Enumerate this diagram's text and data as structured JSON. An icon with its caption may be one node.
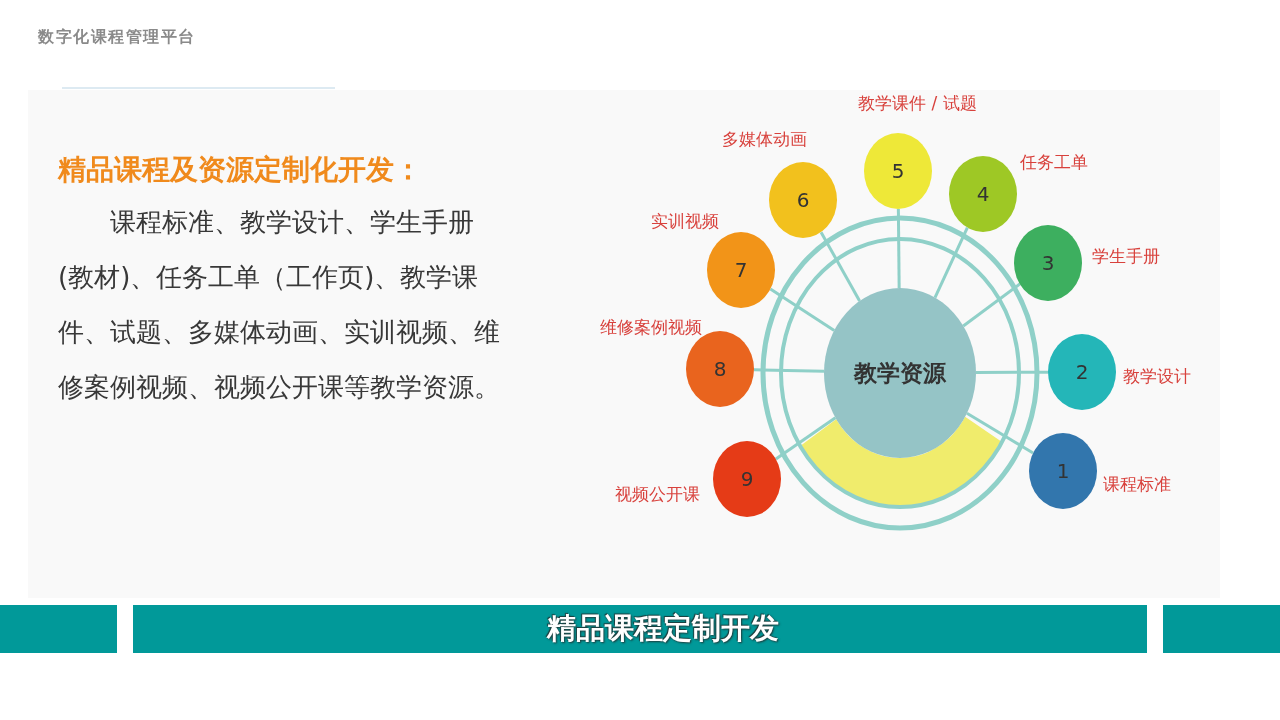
{
  "diagram": {
    "title": "精品课程及资源定制化开发：",
    "nodes": [
      {
        "text": [
          "教学资源"
        ]
      },
      {
        "text": [
          "1"
        ],
        "beside": [
          "课程标准"
        ]
      },
      {
        "text": [
          "2"
        ],
        "beside": [
          "教学设计"
        ]
      },
      {
        "text": [
          "3"
        ],
        "beside": [
          "学生手册"
        ]
      },
      {
        "text": [
          "4"
        ],
        "beside": [
          "任务工单"
        ]
      },
      {
        "text": [
          "5"
        ],
        "beside": [
          "教学课件 / 试题"
        ]
      },
      {
        "text": [
          "6"
        ],
        "beside": [
          "多媒体动画"
        ]
      },
      {
        "text": [
          "7"
        ],
        "beside": [
          "实训视频"
        ]
      },
      {
        "text": [
          "8"
        ],
        "beside": [
          "维修案例视频"
        ]
      },
      {
        "text": [
          "9"
        ],
        "beside": [
          "视频公开课"
        ]
      },
      {
        "text": [],
        "shape": "bar"
      },
      {
        "text": [
          "精品课程定制开发"
        ]
      },
      {
        "text": [],
        "shape": "bar"
      }
    ],
    "edges": [
      {
        "from": 0,
        "to": 1,
        "arrow": "none"
      },
      {
        "from": 0,
        "to": 2,
        "arrow": "none"
      },
      {
        "from": 0,
        "to": 3,
        "arrow": "none"
      },
      {
        "from": 0,
        "to": 4,
        "arrow": "none"
      },
      {
        "from": 0,
        "to": 5,
        "arrow": "none"
      },
      {
        "from": 0,
        "to": 6,
        "arrow": "none"
      },
      {
        "from": 0,
        "to": 7,
        "arrow": "none"
      },
      {
        "from": 0,
        "to": 8,
        "arrow": "none"
      },
      {
        "from": 0,
        "to": 9,
        "arrow": "none"
      }
    ],
    "labels": [
      "数字化课程管理平台",
      "课程标准、教学设计、学生手册(教材)、任务工单（工作页)、教学课件、试题、多媒体动画、实训视频、维修案例视频、视频公开课等教学资源。"
    ]
  }
}
